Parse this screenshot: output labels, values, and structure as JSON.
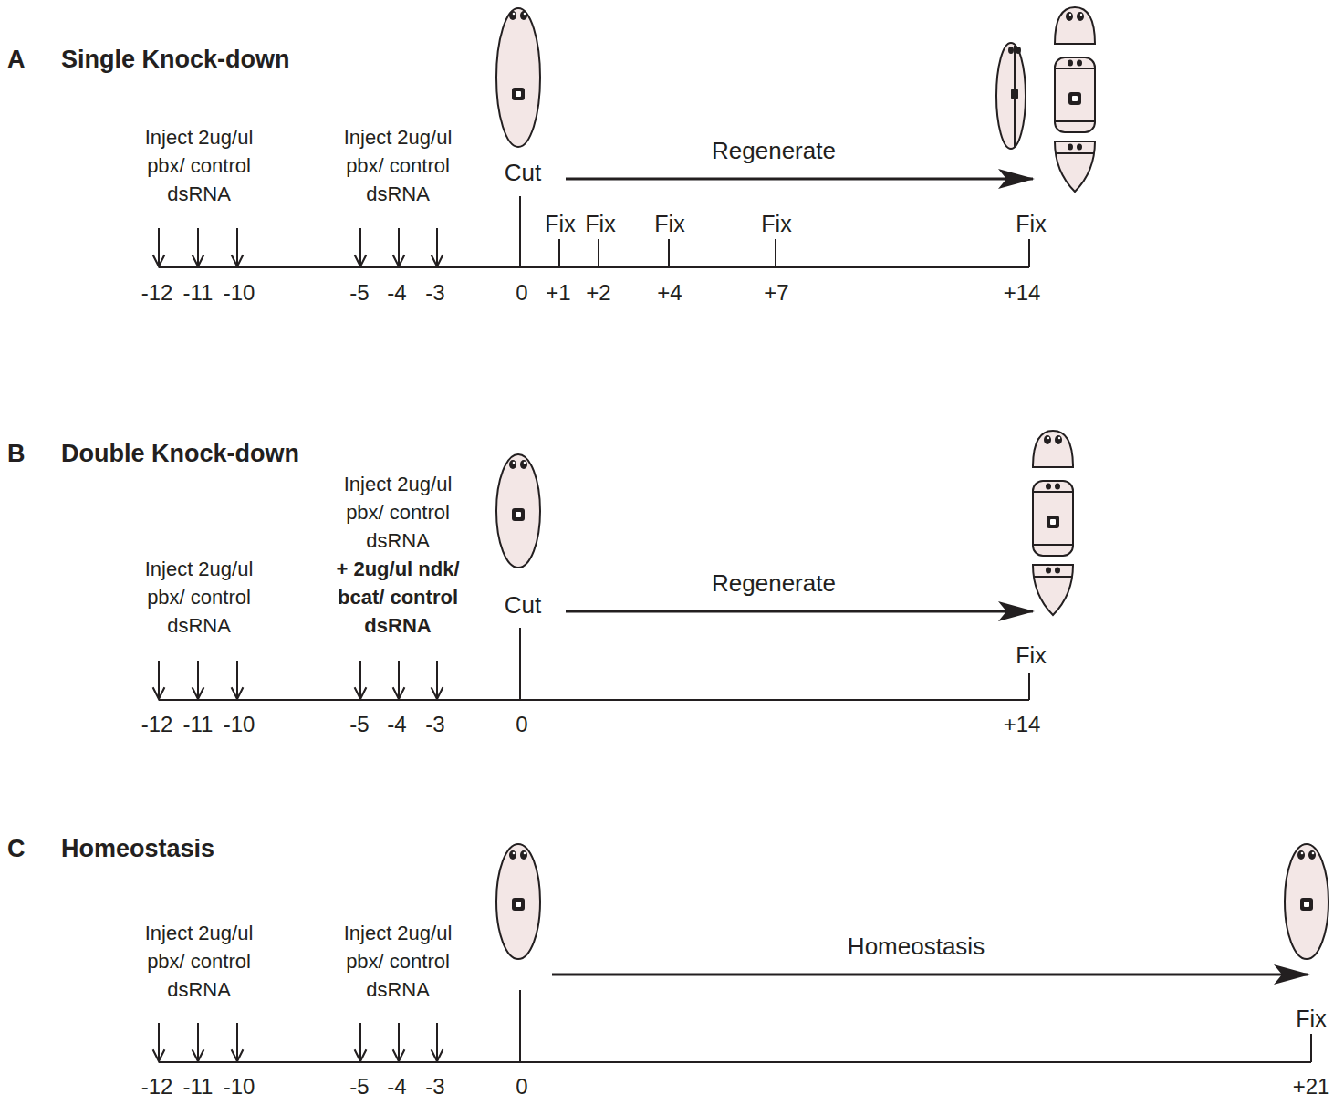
{
  "diagram": {
    "labels": [
      "A",
      "Single Knock-down",
      "Inject 2ug/ul pbx/ control dsRNA",
      "Inject 2ug/ul pbx/ control dsRNA",
      "Cut",
      "Regenerate",
      "Fix",
      "Fix",
      "Fix",
      "Fix",
      "Fix",
      "-12",
      "-11",
      "-10",
      "-5",
      "-4",
      "-3",
      "0",
      "+1",
      "+2",
      "+4",
      "+7",
      "+14",
      "B",
      "Double Knock-down",
      "Inject 2ug/ul pbx/ control dsRNA",
      "Inject 2ug/ul pbx/ control dsRNA",
      "+ 2ug/ul ndk/ bcat/ control dsRNA",
      "Cut",
      "Regenerate",
      "Fix",
      "-12",
      "-11",
      "-10",
      "-5",
      "-4",
      "-3",
      "0",
      "+14",
      "C",
      "Homeostasis",
      "Inject 2ug/ul pbx/ control dsRNA",
      "Inject 2ug/ul pbx/ control dsRNA",
      "Homeostasis",
      "Fix",
      "-12",
      "-11",
      "-10",
      "-5",
      "-4",
      "-3",
      "0",
      "+21"
    ]
  }
}
